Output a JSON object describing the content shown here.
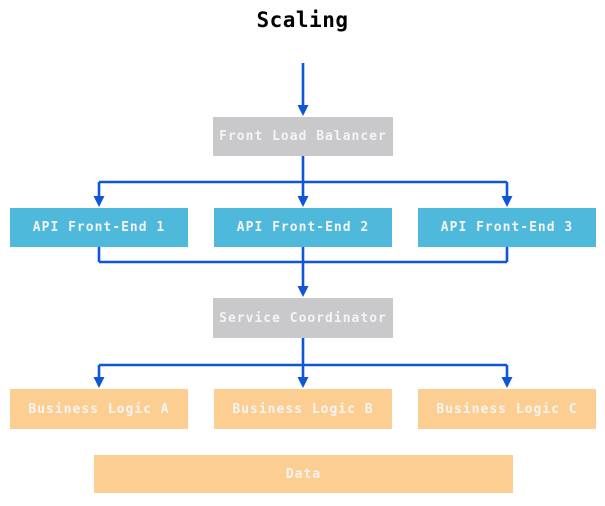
{
  "title": "Scaling",
  "colors": {
    "arrow": "#0e56d6",
    "gray_node": "#c9c9cb",
    "blue_node": "#4eb9db",
    "orange_node": "#fcce92",
    "node_text": "#f4f4f4",
    "title_text": "#000000",
    "background": "#ffffff"
  },
  "nodes": {
    "front_load_balancer": {
      "label": "Front Load Balancer",
      "color_role": "gray_node"
    },
    "api_front_end_1": {
      "label": "API Front-End 1",
      "color_role": "blue_node"
    },
    "api_front_end_2": {
      "label": "API Front-End 2",
      "color_role": "blue_node"
    },
    "api_front_end_3": {
      "label": "API Front-End 3",
      "color_role": "blue_node"
    },
    "service_coordinator": {
      "label": "Service Coordinator",
      "color_role": "gray_node"
    },
    "business_logic_a": {
      "label": "Business Logic A",
      "color_role": "orange_node"
    },
    "business_logic_b": {
      "label": "Business Logic B",
      "color_role": "orange_node"
    },
    "business_logic_c": {
      "label": "Business Logic C",
      "color_role": "orange_node"
    },
    "data": {
      "label": "Data",
      "color_role": "orange_node"
    }
  },
  "edges": [
    {
      "from": "top-entry",
      "to": "front_load_balancer"
    },
    {
      "from": "front_load_balancer",
      "to": "api_front_end_1"
    },
    {
      "from": "front_load_balancer",
      "to": "api_front_end_2"
    },
    {
      "from": "front_load_balancer",
      "to": "api_front_end_3"
    },
    {
      "from": "api_front_end_1",
      "to": "service_coordinator"
    },
    {
      "from": "api_front_end_2",
      "to": "service_coordinator"
    },
    {
      "from": "api_front_end_3",
      "to": "service_coordinator"
    },
    {
      "from": "service_coordinator",
      "to": "business_logic_a"
    },
    {
      "from": "service_coordinator",
      "to": "business_logic_b"
    },
    {
      "from": "service_coordinator",
      "to": "business_logic_c"
    }
  ]
}
